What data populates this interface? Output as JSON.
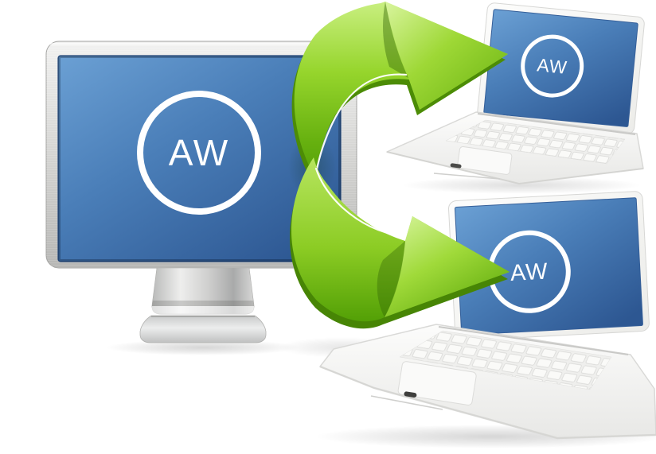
{
  "illustration": {
    "desktop_monitor": {
      "logo_text": "AW"
    },
    "laptop_top": {
      "logo_text": "AW"
    },
    "laptop_bottom": {
      "logo_text": "AW"
    },
    "icons": {
      "arrow_top": "sync-arrow-up-icon",
      "arrow_bottom": "sync-arrow-down-icon",
      "logo": "aw-logo-badge"
    },
    "colors": {
      "screen_blue_light": "#6BA0D4",
      "screen_blue_dark": "#2D5792",
      "arrow_green_light": "#C9EF80",
      "arrow_green": "#8CCC24",
      "arrow_green_dark": "#4C8C06",
      "chassis_silver": "#D6D6D4",
      "laptop_white": "#F7F7F6",
      "logo_ring": "#FFFFFF"
    }
  }
}
